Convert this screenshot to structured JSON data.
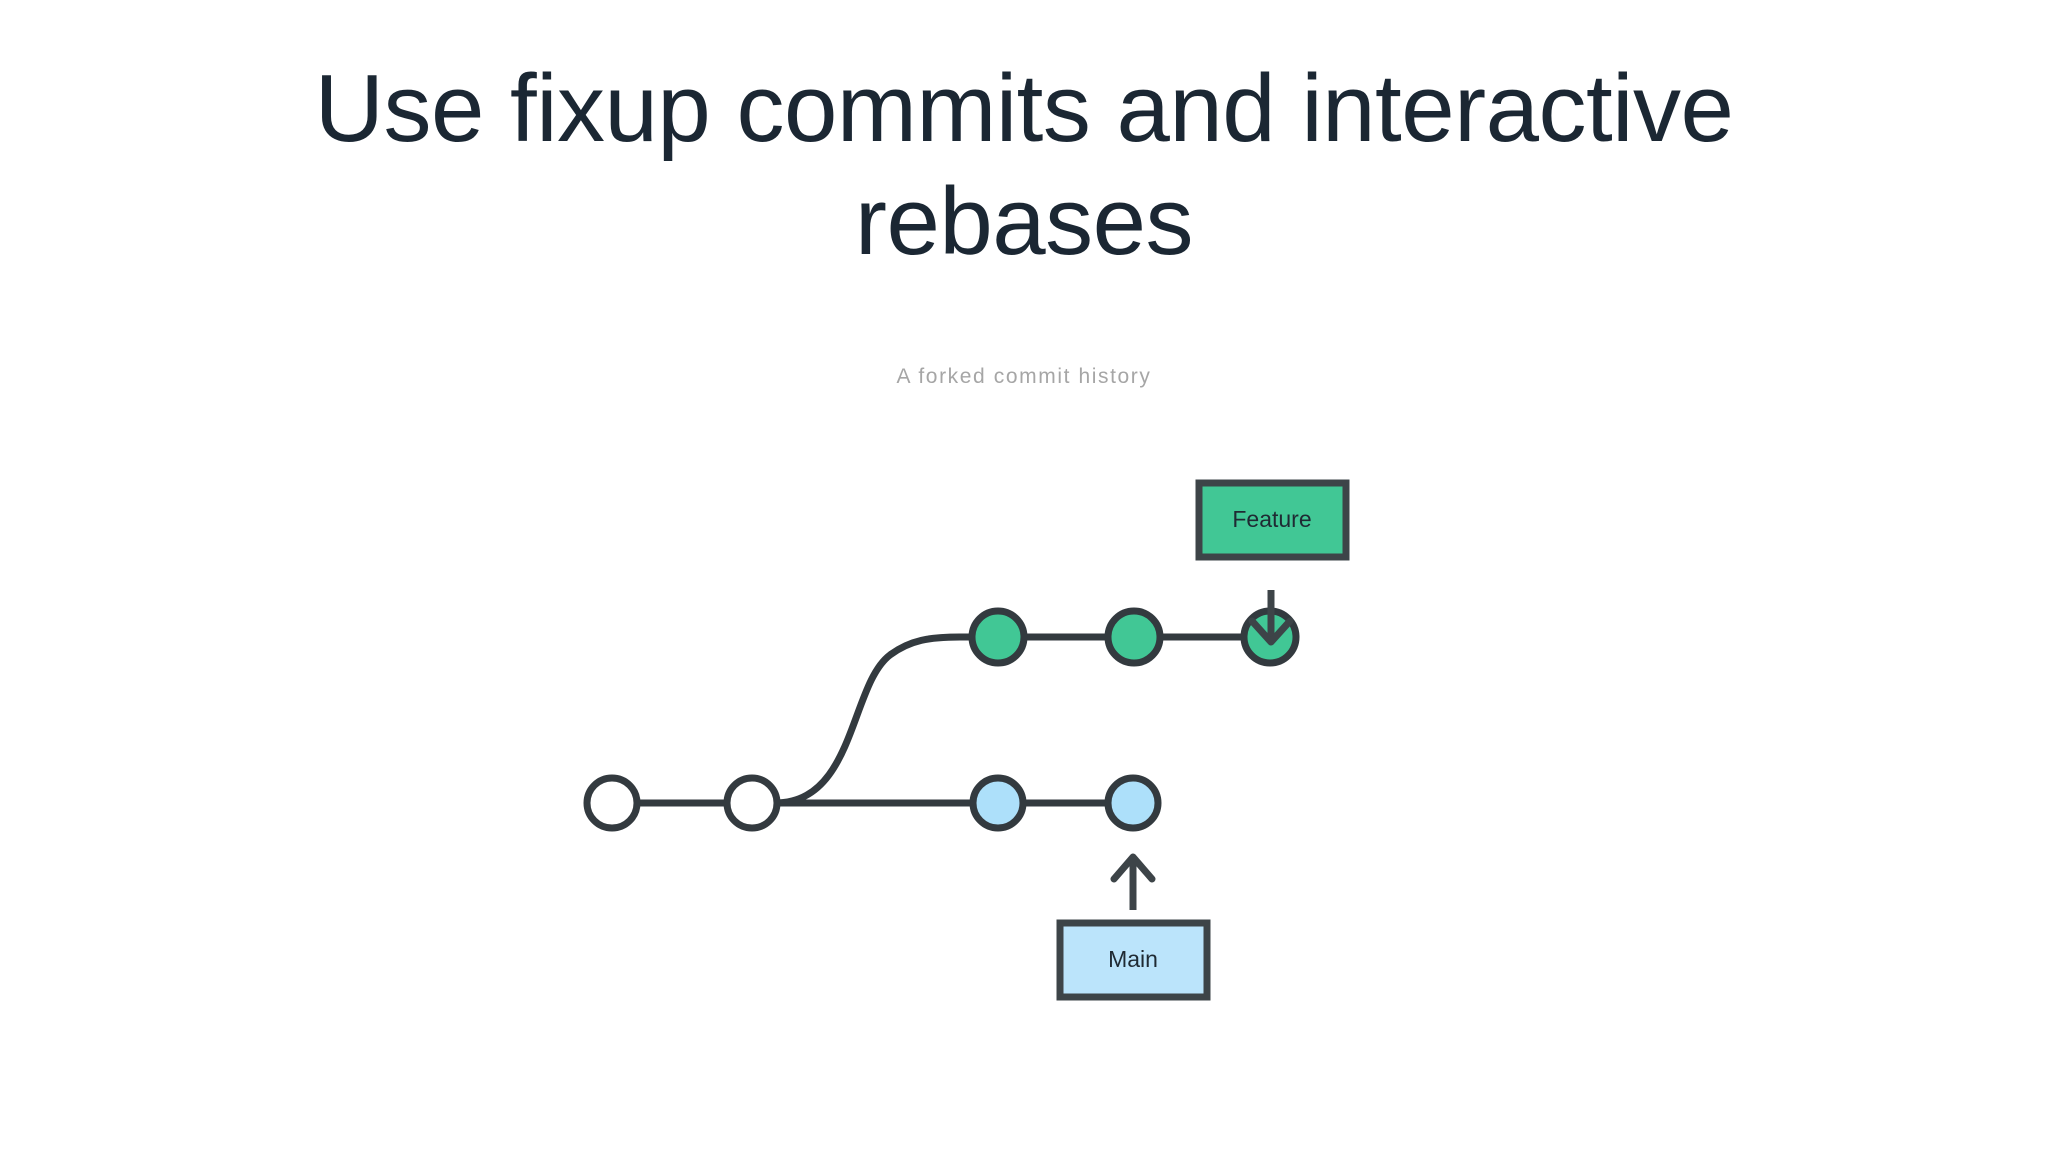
{
  "slide": {
    "title": "Use fixup commits and interactive rebases",
    "subtitle": "A forked commit history",
    "background_color": "#ffffff",
    "title_color": "#1b2733",
    "subtitle_color": "#a6a6a6"
  },
  "diagram": {
    "type": "git-commit-graph",
    "stroke_color": "#333a3f",
    "branches": [
      {
        "id": "feature",
        "label": "Feature",
        "box_fill": "#41c795",
        "node_fill": "#41c795",
        "pointer": "down-arrow",
        "points_to_commit": "f3"
      },
      {
        "id": "main",
        "label": "Main",
        "box_fill": "#bbe4fb",
        "node_fill": "#ade0fa",
        "pointer": "up-arrow",
        "points_to_commit": "m4"
      }
    ],
    "commits": [
      {
        "id": "c1",
        "lane": "base",
        "fill": "#ffffff",
        "order": 1
      },
      {
        "id": "c2",
        "lane": "base",
        "fill": "#ffffff",
        "order": 2
      },
      {
        "id": "m3",
        "lane": "main",
        "fill": "#ade0fa",
        "order": 3
      },
      {
        "id": "m4",
        "lane": "main",
        "fill": "#ade0fa",
        "order": 4
      },
      {
        "id": "f1",
        "lane": "feature",
        "fill": "#41c795",
        "order": 3
      },
      {
        "id": "f2",
        "lane": "feature",
        "fill": "#41c795",
        "order": 4
      },
      {
        "id": "f3",
        "lane": "feature",
        "fill": "#41c795",
        "order": 5
      }
    ],
    "counts": {
      "base_commits": 2,
      "main_commits": 2,
      "feature_commits": 3
    }
  }
}
